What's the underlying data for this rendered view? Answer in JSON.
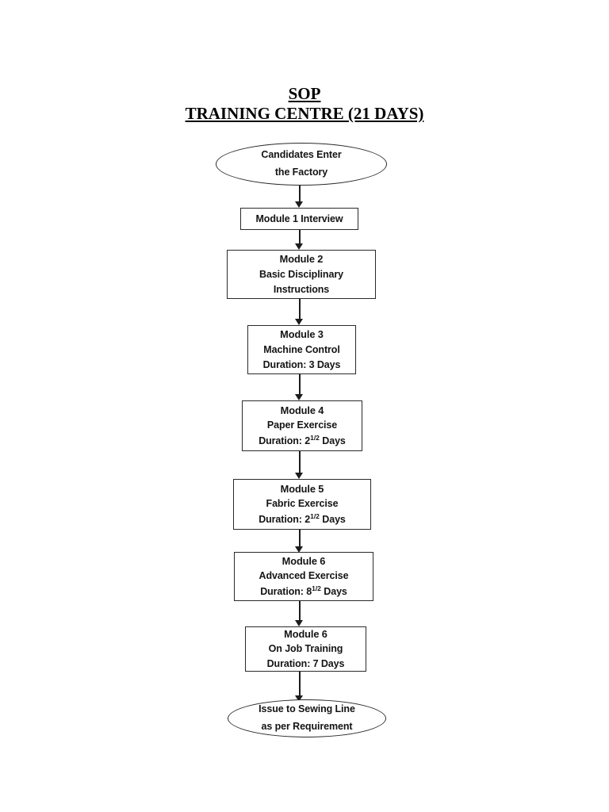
{
  "document": {
    "title_line_1": "SOP",
    "title_line_2": "TRAINING CENTRE (21 DAYS)"
  },
  "flowchart": {
    "type": "flowchart",
    "orientation": "top-to-bottom",
    "nodes": [
      {
        "id": "start",
        "shape": "oval",
        "name": "start-terminator",
        "lines": [
          "Candidates Enter",
          "the Factory"
        ]
      },
      {
        "id": "module-1",
        "shape": "rectangle",
        "name": "module-1-box",
        "module_label": "Module 1",
        "inline_text": "Interview",
        "lines": []
      },
      {
        "id": "module-2",
        "shape": "rectangle",
        "name": "module-2-box",
        "module_label": "Module 2",
        "lines": [
          "Basic Disciplinary",
          "Instructions"
        ]
      },
      {
        "id": "module-3",
        "shape": "rectangle",
        "name": "module-3-box",
        "module_label": "Module 3",
        "lines": [
          "Machine Control",
          "Duration: 3 Days"
        ],
        "duration_days": 3
      },
      {
        "id": "module-4",
        "shape": "rectangle",
        "name": "module-4-box",
        "module_label": "Module 4",
        "line_1": "Paper Exercise",
        "duration_prefix": "Duration: ",
        "duration_whole": "2",
        "duration_fraction": "1/2",
        "duration_suffix": " Days",
        "duration_days": 2.5
      },
      {
        "id": "module-5",
        "shape": "rectangle",
        "name": "module-5-box",
        "module_label": "Module 5",
        "line_1": "Fabric Exercise",
        "duration_prefix": "Duration: ",
        "duration_whole": "2",
        "duration_fraction": "1/2",
        "duration_suffix": " Days",
        "duration_days": 2.5
      },
      {
        "id": "module-6",
        "shape": "rectangle",
        "name": "module-6-box",
        "module_label": "Module 6",
        "line_1": "Advanced Exercise",
        "duration_prefix": "Duration: ",
        "duration_whole": "8",
        "duration_fraction": "1/2",
        "duration_suffix": " Days",
        "duration_days": 8.5
      },
      {
        "id": "module-7",
        "shape": "rectangle",
        "name": "module-6-ojt-box",
        "module_label": "Module 6",
        "lines": [
          "On Job Training",
          "Duration: 7 Days"
        ],
        "duration_days": 7
      },
      {
        "id": "end",
        "shape": "oval",
        "name": "end-terminator",
        "lines": [
          "Issue to Sewing Line",
          "as per Requirement"
        ]
      }
    ],
    "edges": [
      {
        "from": "start",
        "to": "module-1",
        "arrow": "down"
      },
      {
        "from": "module-1",
        "to": "module-2",
        "arrow": "down"
      },
      {
        "from": "module-2",
        "to": "module-3",
        "arrow": "down"
      },
      {
        "from": "module-3",
        "to": "module-4",
        "arrow": "down"
      },
      {
        "from": "module-4",
        "to": "module-5",
        "arrow": "down"
      },
      {
        "from": "module-5",
        "to": "module-6",
        "arrow": "down"
      },
      {
        "from": "module-6",
        "to": "module-7",
        "arrow": "down"
      },
      {
        "from": "module-7",
        "to": "end",
        "arrow": "down"
      }
    ]
  },
  "colors": {
    "page_background": "#ffffff",
    "stroke": "#2a2a2a",
    "text": "#141414"
  }
}
